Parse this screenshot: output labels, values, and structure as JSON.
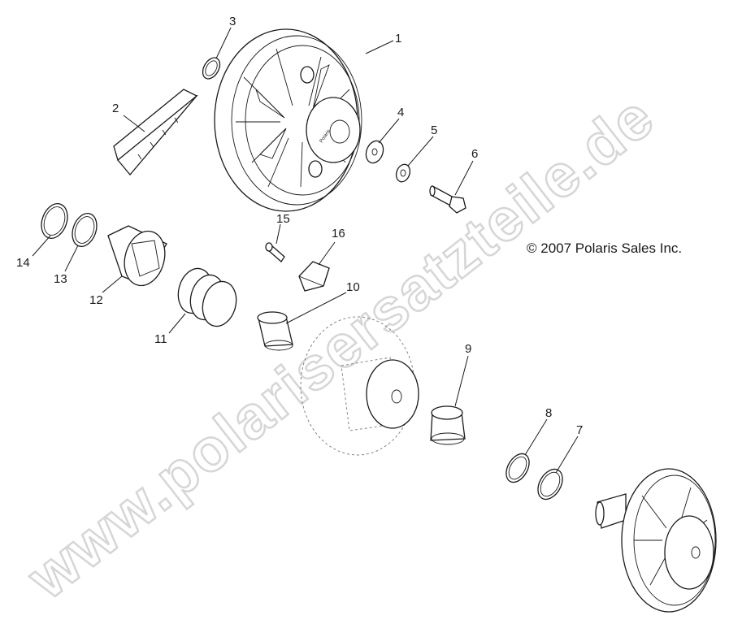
{
  "watermark": "www.polarisersatzteile.de",
  "copyright": "© 2007 Polaris Sales Inc.",
  "hub_text": "Polaris",
  "callouts": [
    "1",
    "2",
    "3",
    "4",
    "5",
    "6",
    "7",
    "8",
    "9",
    "10",
    "11",
    "12",
    "13",
    "14",
    "15",
    "16"
  ]
}
